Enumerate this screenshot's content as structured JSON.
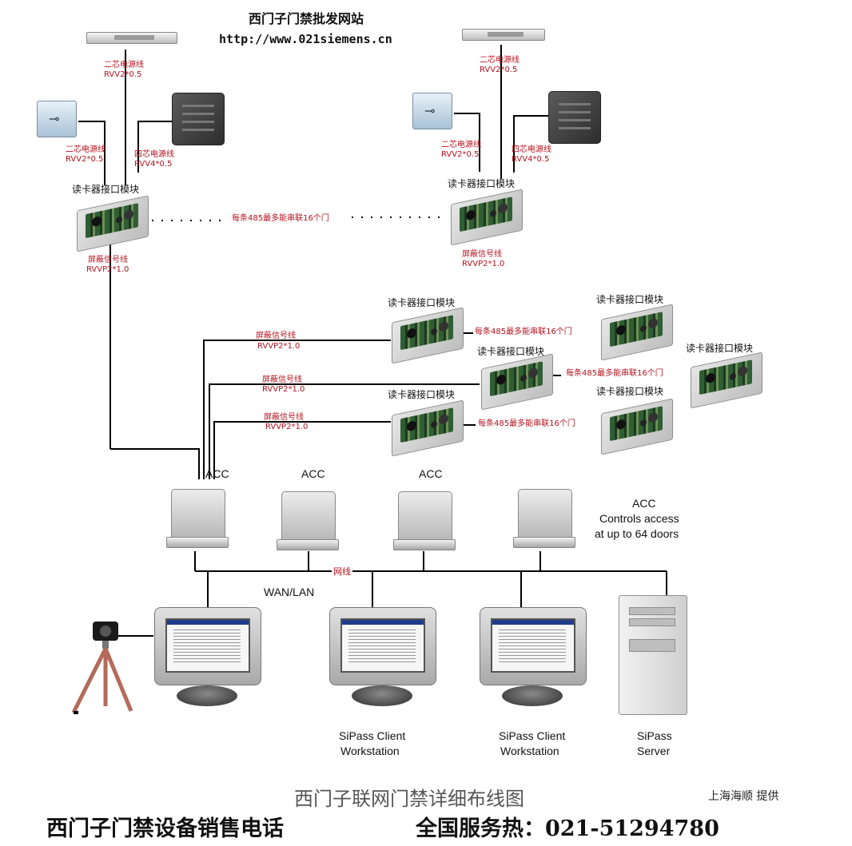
{
  "header": {
    "title": "西门子门禁批发网站",
    "url": "http://www.021siemens.cn"
  },
  "labels": {
    "two_core_power": "二芯电源线",
    "rvv2": "RVV2*0.5",
    "four_core_power": "四芯电源线",
    "rvv4": "RVV4*0.5",
    "reader_module": "读卡器接口模块",
    "shield_signal": "屏蔽信号线",
    "rvvp": "RVVP2*1.0",
    "daisy_chain": "每条485最多能串联16个门",
    "acc": "ACC",
    "acc_desc_1": "Controls access",
    "acc_desc_2": "at up to 64 doors",
    "network": "网线",
    "wan_lan": "WAN/LAN",
    "sipass_client_1": "SiPass Client",
    "sipass_client_2": "Workstation",
    "sipass_server_1": "SiPass",
    "sipass_server_2": "Server"
  },
  "caption": "西门子联网门禁详细布线图",
  "credit": "上海海顺  提供",
  "footer": {
    "sales": "西门子门禁设备销售电话",
    "hotline": "全国服务热：021-51294780"
  },
  "icons": [
    "electric-lock-icon",
    "exit-button-icon",
    "card-reader-icon",
    "reader-interface-module-icon",
    "acc-controller-icon",
    "monitor-icon",
    "server-tower-icon",
    "camera-tripod-icon"
  ],
  "colors": {
    "label_red": "#b3121e",
    "wire": "#000000"
  }
}
